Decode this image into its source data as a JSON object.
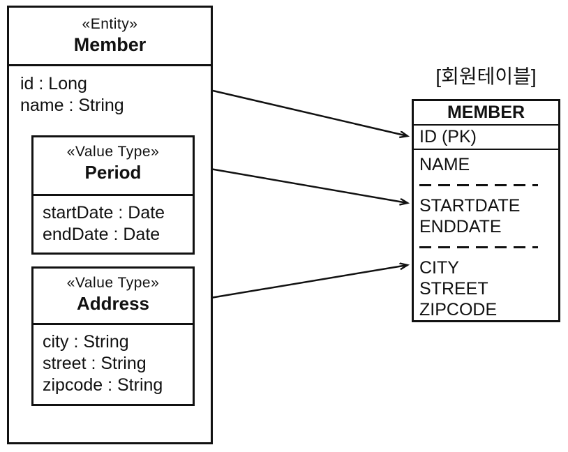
{
  "diagram": {
    "kind": "entity-to-table-mapping"
  },
  "entity": {
    "stereotype": "«Entity»",
    "name": "Member",
    "attributes": [
      "id : Long",
      "name : String"
    ]
  },
  "value_types": [
    {
      "stereotype": "«Value Type»",
      "name": "Period",
      "attributes": [
        "startDate : Date",
        "endDate : Date"
      ]
    },
    {
      "stereotype": "«Value Type»",
      "name": "Address",
      "attributes": [
        "city : String",
        "street : String",
        "zipcode : String"
      ]
    }
  ],
  "table": {
    "caption": "[회원테이블]",
    "name": "MEMBER",
    "pk_row": "ID (PK)",
    "groups": [
      [
        "NAME"
      ],
      [
        "STARTDATE",
        "ENDDATE"
      ],
      [
        "CITY",
        "STREET",
        "ZIPCODE"
      ]
    ]
  },
  "arrows": [
    {
      "from": "Member",
      "to": "ID (PK)"
    },
    {
      "from": "Period",
      "to": "STARTDATE"
    },
    {
      "from": "Address",
      "to": "CITY"
    }
  ],
  "colors": {
    "line": "#111111",
    "background": "#ffffff"
  }
}
